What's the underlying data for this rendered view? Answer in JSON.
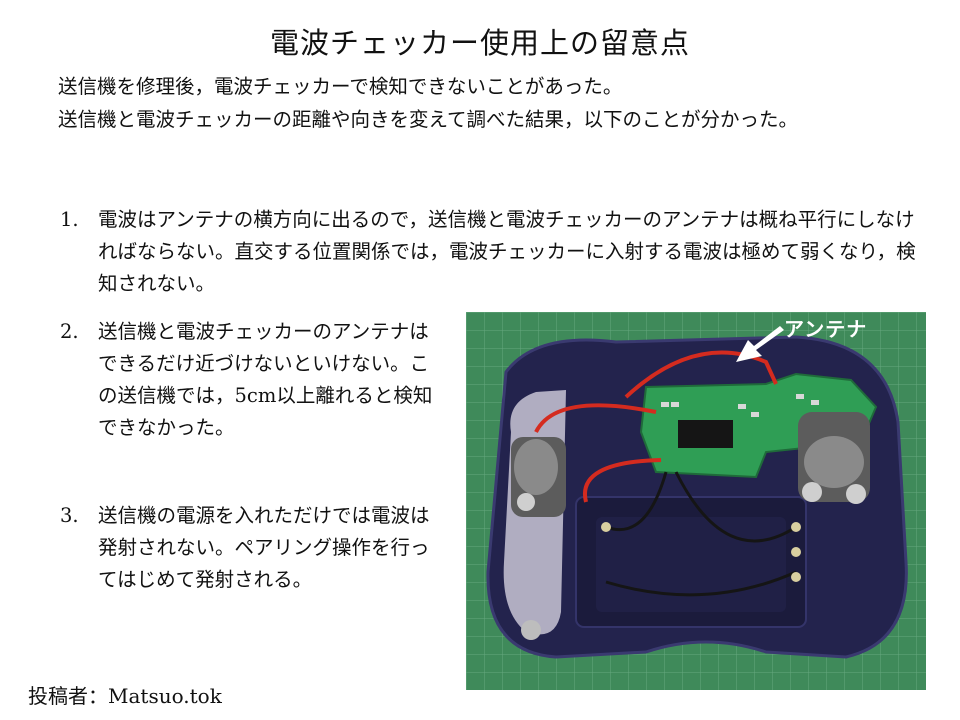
{
  "title": "電波チェッカー使用上の留意点",
  "intro": [
    "送信機を修理後，電波チェッカーで検知できないことがあった。",
    "送信機と電波チェッカーの距離や向きを変えて調べた結果，以下のことが分かった。"
  ],
  "items": [
    {
      "number": "1.",
      "text": "電波はアンテナの横方向に出るので，送信機と電波チェッカーのアンテナは概ね平行にしなければならない。直交する位置関係では，電波チェッカーに入射する電波は極めて弱くなり，検知されない。"
    },
    {
      "number": "2.",
      "text": "送信機と電波チェッカーのアンテナはできるだけ近づけないといけない。この送信機では，5cm以上離れると検知できなかった。"
    },
    {
      "number": "3.",
      "text": "送信機の電源を入れただけでは電波は発射されない。ペアリング操作を行ってはじめて発射される。"
    }
  ],
  "photo": {
    "antenna_label": "アンテナ",
    "colors": {
      "mat": "#3f8a5a",
      "grid": "#6fb088",
      "casing": "#23234d",
      "pcb": "#2f9e55",
      "wire_red": "#d42b1f",
      "wire_black": "#151515",
      "button": "#8a8a8a"
    }
  },
  "author": "投稿者：Matsuo.tok"
}
